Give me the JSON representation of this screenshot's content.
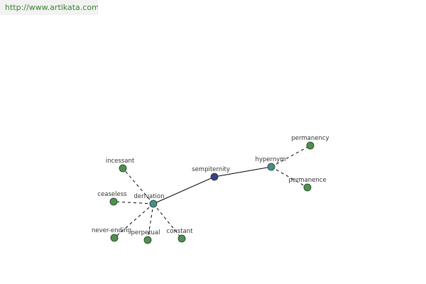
{
  "site": {
    "url": "http://www.artikata.com"
  },
  "graph": {
    "nodes": [
      {
        "id": "sempiternity",
        "label": "sempiternity",
        "role": "center",
        "color": "#3a3f8c"
      },
      {
        "id": "derivation",
        "label": "derivation",
        "role": "relation",
        "color": "#4a8c8c"
      },
      {
        "id": "hypernym",
        "label": "hypernym",
        "role": "relation",
        "color": "#4a8c8c"
      },
      {
        "id": "incessant",
        "label": "incessant",
        "role": "leaf",
        "color": "#4f8f4f"
      },
      {
        "id": "ceaseless",
        "label": "ceaseless",
        "role": "leaf",
        "color": "#4f8f4f"
      },
      {
        "id": "never-ending",
        "label": "never-ending",
        "role": "leaf",
        "color": "#4f8f4f"
      },
      {
        "id": "perpetual",
        "label": "perpetual",
        "role": "leaf",
        "color": "#4f8f4f"
      },
      {
        "id": "constant",
        "label": "constant",
        "role": "leaf",
        "color": "#4f8f4f"
      },
      {
        "id": "permanency",
        "label": "permanency",
        "role": "leaf",
        "color": "#4f8f4f"
      },
      {
        "id": "permanence",
        "label": "permanence",
        "role": "leaf",
        "color": "#4f8f4f"
      }
    ],
    "edges": [
      {
        "from": "sempiternity",
        "to": "derivation",
        "style": "solid"
      },
      {
        "from": "sempiternity",
        "to": "hypernym",
        "style": "solid"
      },
      {
        "from": "derivation",
        "to": "incessant",
        "style": "dashed"
      },
      {
        "from": "derivation",
        "to": "ceaseless",
        "style": "dashed"
      },
      {
        "from": "derivation",
        "to": "never-ending",
        "style": "dashed"
      },
      {
        "from": "derivation",
        "to": "perpetual",
        "style": "dashed"
      },
      {
        "from": "derivation",
        "to": "constant",
        "style": "dashed"
      },
      {
        "from": "hypernym",
        "to": "permanency",
        "style": "dashed"
      },
      {
        "from": "hypernym",
        "to": "permanence",
        "style": "dashed"
      }
    ]
  }
}
